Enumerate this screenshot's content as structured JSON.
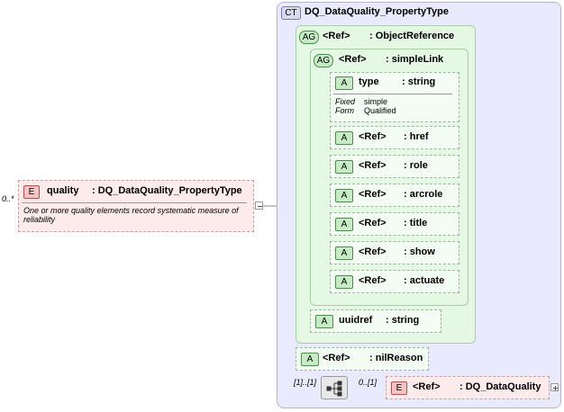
{
  "complex_type": {
    "badge": "CT",
    "name": "DQ_DataQuality_PropertyType"
  },
  "element_quality": {
    "occurrence": "0..*",
    "badge": "E",
    "name": "quality",
    "type": ": DQ_DataQuality_PropertyType",
    "doc": "One or more quality elements record systematic measure of reliability"
  },
  "group_object_reference": {
    "badge": "AG",
    "ref": "<Ref>",
    "name": ": ObjectReference"
  },
  "group_simple_link": {
    "badge": "AG",
    "ref": "<Ref>",
    "name": ": simpleLink"
  },
  "attr_type": {
    "badge": "A",
    "name": "type",
    "type": ": string",
    "fixed_label": "Fixed",
    "fixed_value": "simple",
    "form_label": "Form",
    "form_value": "Qualified"
  },
  "attributes": [
    {
      "badge": "A",
      "ref": "<Ref>",
      "name": ": href"
    },
    {
      "badge": "A",
      "ref": "<Ref>",
      "name": ": role"
    },
    {
      "badge": "A",
      "ref": "<Ref>",
      "name": ": arcrole"
    },
    {
      "badge": "A",
      "ref": "<Ref>",
      "name": ": title"
    },
    {
      "badge": "A",
      "ref": "<Ref>",
      "name": ": show"
    },
    {
      "badge": "A",
      "ref": "<Ref>",
      "name": ": actuate"
    }
  ],
  "attr_uuidref": {
    "badge": "A",
    "name": "uuidref",
    "type": ": string"
  },
  "attr_nil_reason": {
    "badge": "A",
    "ref": "<Ref>",
    "name": ": nilReason"
  },
  "sequence": {
    "occurrence": "[1]..[1]"
  },
  "element_dq": {
    "occurrence": "0..[1]",
    "badge": "E",
    "ref": "<Ref>",
    "name": ": DQ_DataQuality"
  },
  "colors": {
    "ct_bg": "#eaeaff",
    "group_bg": "#e4f8e4",
    "element_bg": "#fde3e3",
    "attr_badge": "#c6ebc6"
  }
}
